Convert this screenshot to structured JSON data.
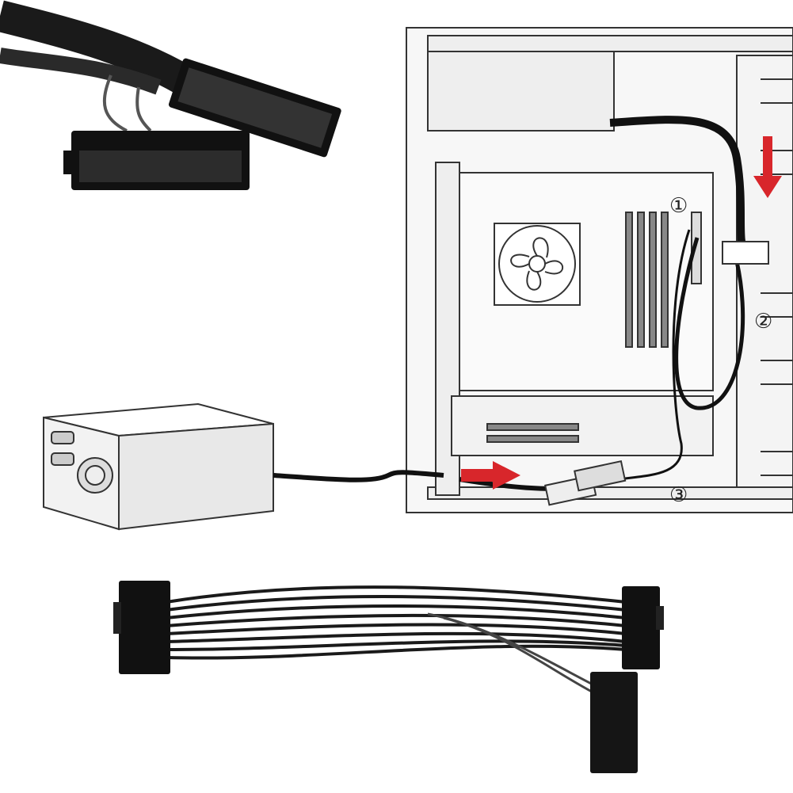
{
  "steps": [
    {
      "label": "①"
    },
    {
      "label": "②"
    },
    {
      "label": "③"
    }
  ],
  "colors": {
    "arrow": "#d8262b",
    "cable": "#1a1a1a",
    "line": "#333333",
    "panel": "#f4f4f4"
  },
  "icons": [
    "fan-icon",
    "down-arrow-icon",
    "right-arrow-icon"
  ]
}
